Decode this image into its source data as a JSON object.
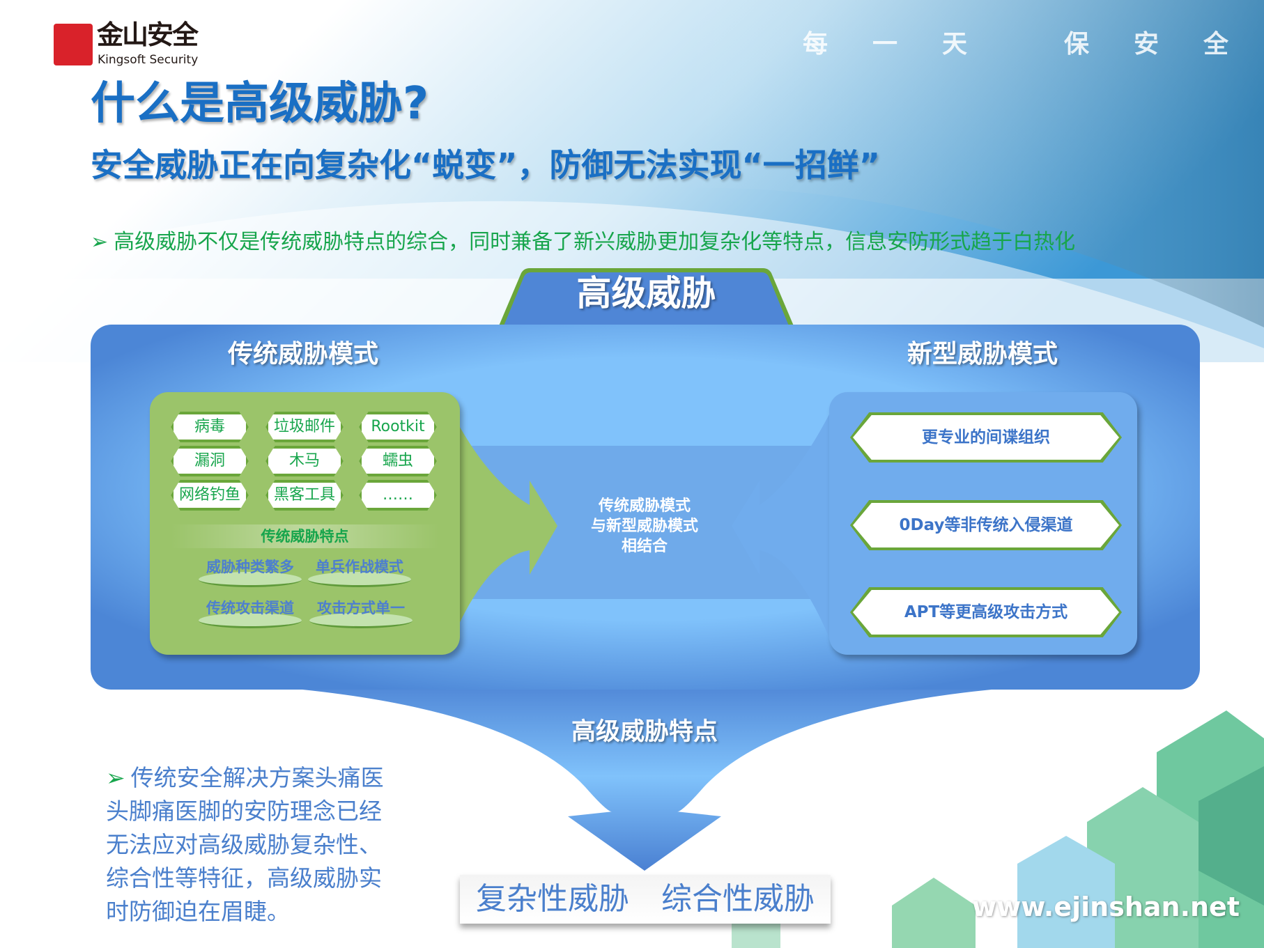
{
  "logo": {
    "cn": "金山安全",
    "en": "Kingsoft Security"
  },
  "slogan": [
    "每",
    "一",
    "天",
    "保",
    "安",
    "全"
  ],
  "title": "什么是高级威胁?",
  "subtitle": "安全威胁正在向复杂化“蜕变”，防御无法实现“一招鲜”",
  "bullet_top": "高级威胁不仅是传统威胁特点的综合，同时兼备了新兴威胁更加复杂化等特点，信息安防形式趋于白热化",
  "diagram": {
    "tab_title": "高级威胁",
    "traditional": {
      "header": "传统威胁模式",
      "threats": [
        "病毒",
        "垃圾邮件",
        "Rootkit",
        "漏洞",
        "木马",
        "蠕虫",
        "网络钓鱼",
        "黑客工具",
        "……"
      ],
      "features_title": "传统威胁特点",
      "features": [
        "威胁种类繁多",
        "单兵作战模式",
        "传统攻击渠道",
        "攻击方式单一"
      ]
    },
    "center": [
      "传统威胁模式",
      "与新型威胁模式",
      "相结合"
    ],
    "new": {
      "header": "新型威胁模式",
      "items": [
        "更专业的间谍组织",
        "0Day等非传统入侵渠道",
        "APT等更高级攻击方式"
      ]
    },
    "funnel_label": "高级威胁特点",
    "results": [
      "复杂性威胁",
      "综合性威胁"
    ]
  },
  "bullet_bottom": "传统安全解决方案头痛医头脚痛医脚的安防理念已经无法应对高级威胁复杂性、综合性等特征，高级威胁实时防御迫在眉睫。",
  "website": "www.ejinshan.net",
  "colors": {
    "title_blue": "#1a6fc4",
    "green": "#17a54c",
    "panel_blue": "#7fbff8",
    "green_box": "#9bc46a"
  }
}
